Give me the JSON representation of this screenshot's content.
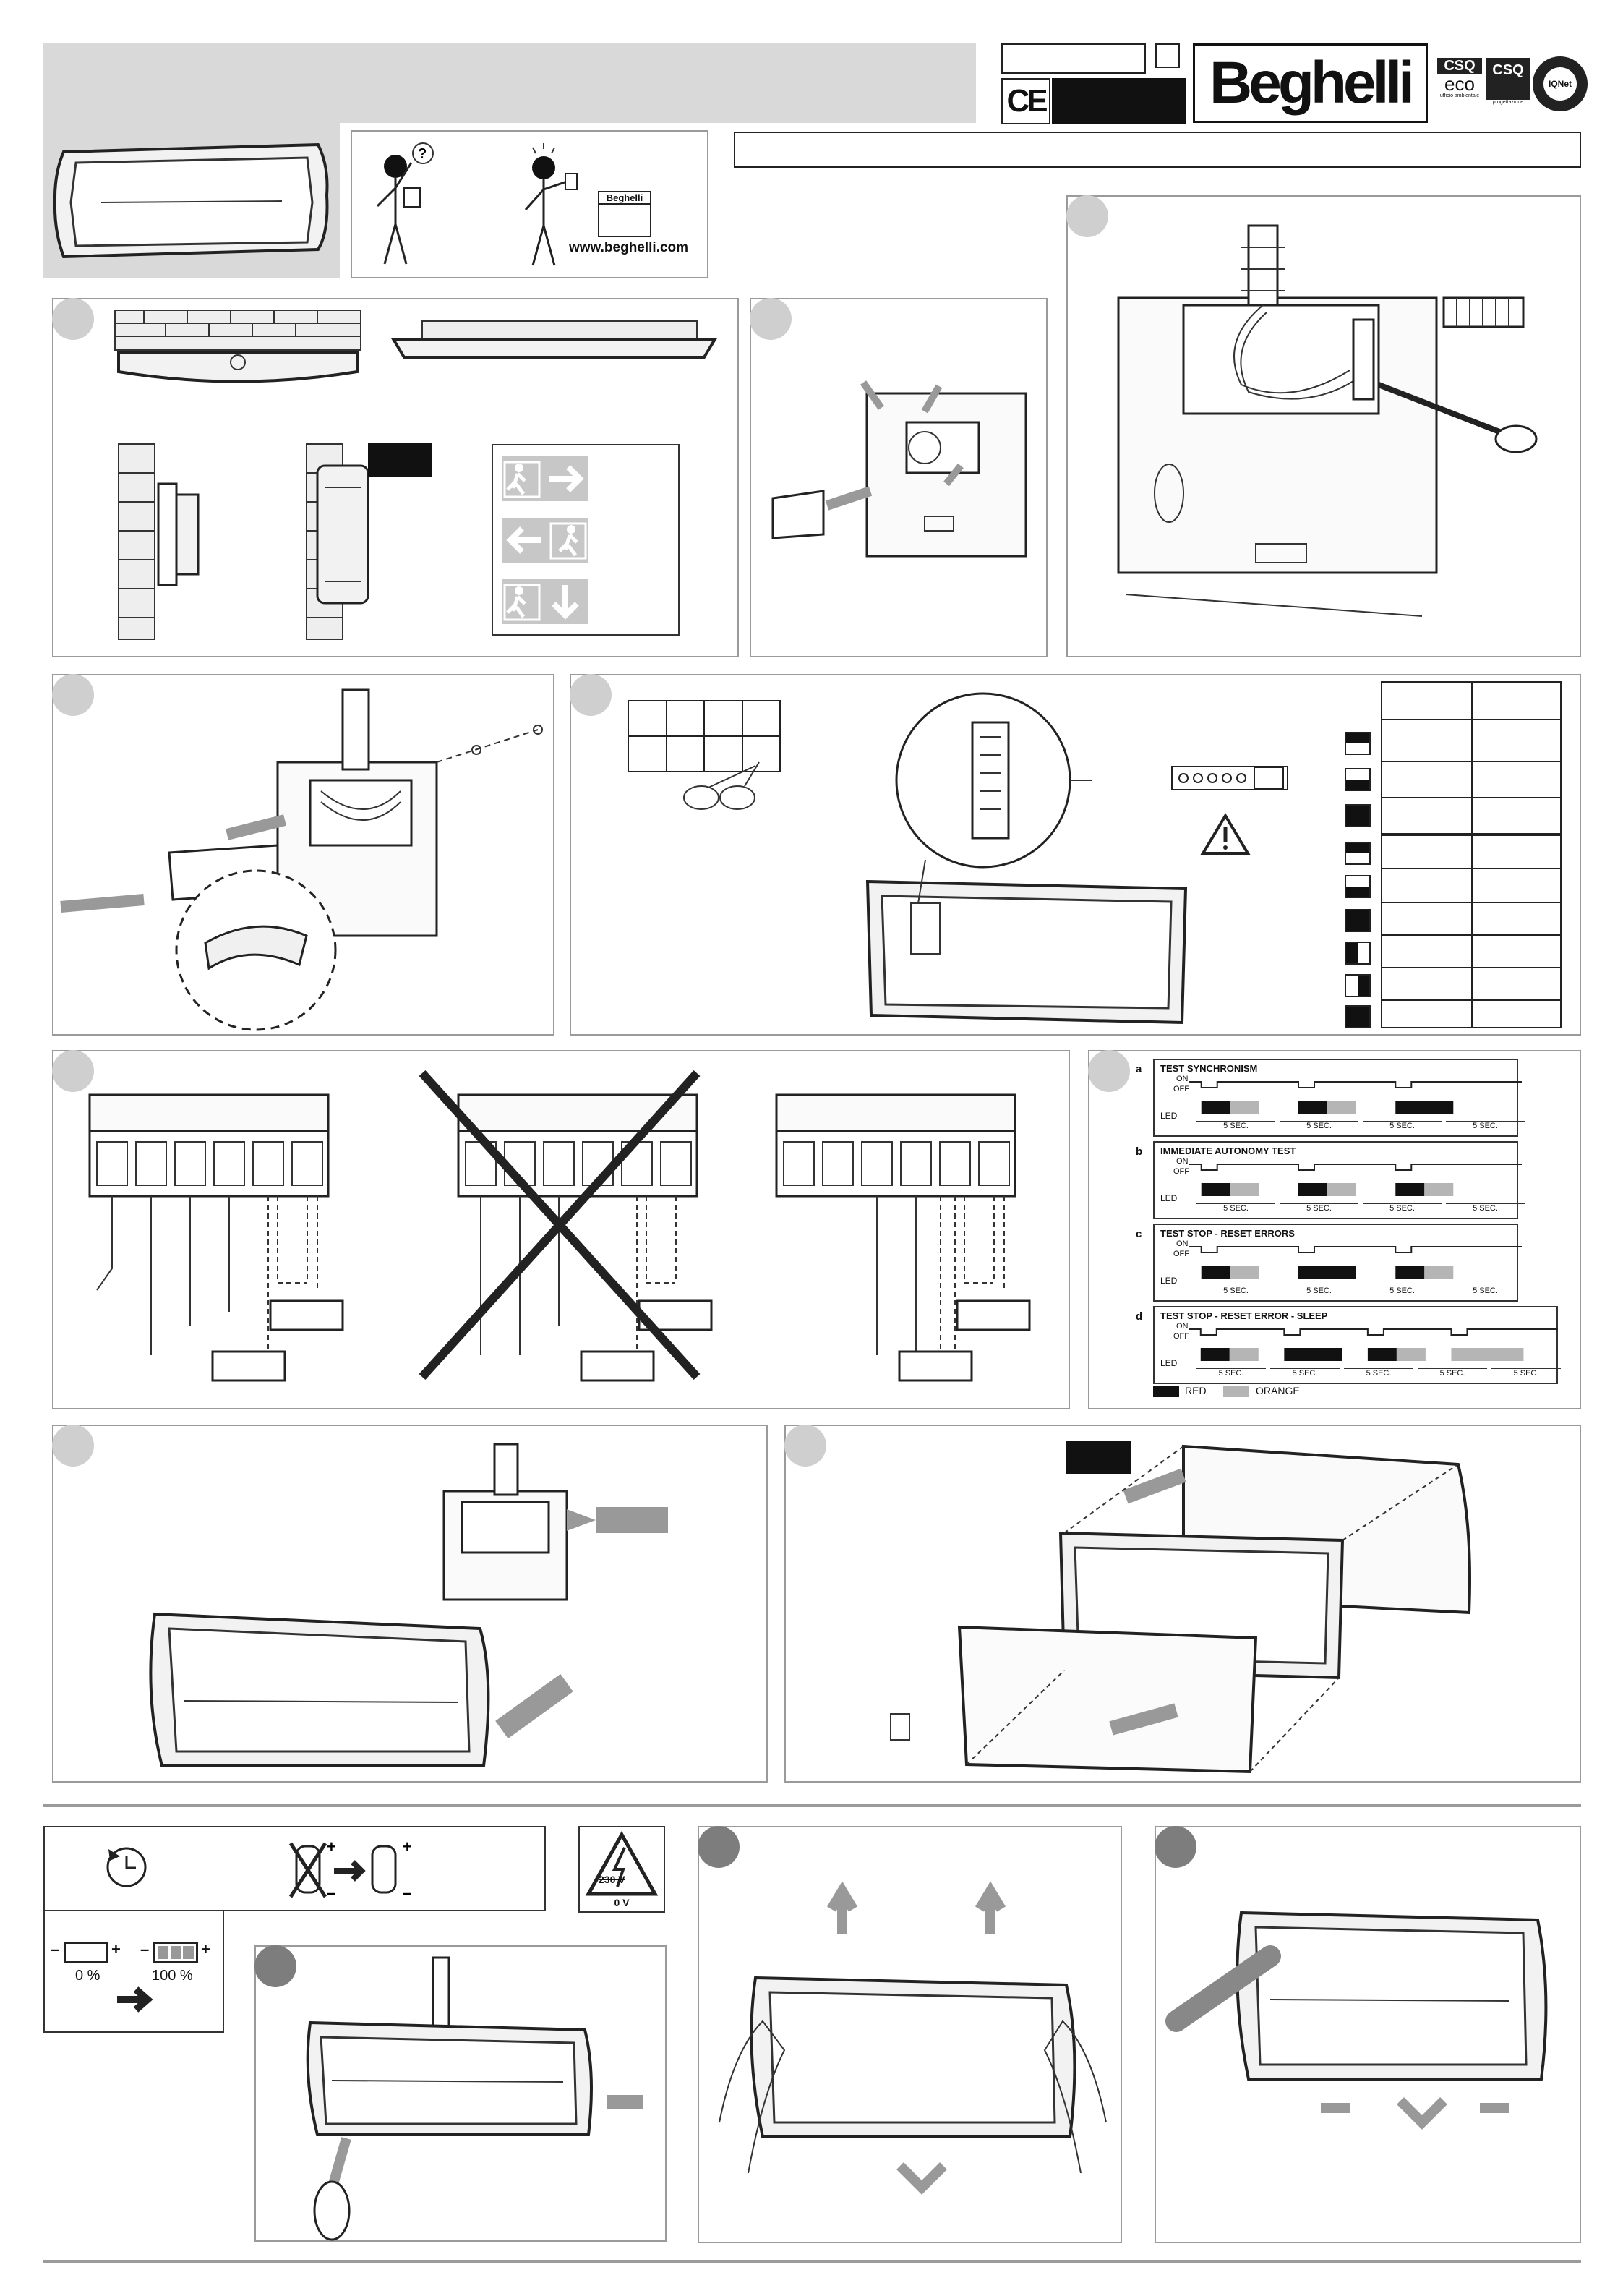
{
  "header": {
    "brand": "Beghelli",
    "ce_mark": "CE",
    "cert_1_top": "CSQ",
    "cert_1_bottom": "eco",
    "cert_1_caption": "ufficio ambientale",
    "cert_2_top": "CSQ",
    "cert_2_caption": "progettazione",
    "iqnet": "IQNet"
  },
  "intro": {
    "website": "www.beghelli.com",
    "question_mark": "?"
  },
  "exit_signs": [
    {
      "direction": "right"
    },
    {
      "direction": "left"
    },
    {
      "direction": "down"
    }
  ],
  "led_test": {
    "sections": [
      {
        "letter": "a",
        "title": "TEST SYNCHRONISM"
      },
      {
        "letter": "b",
        "title": "IMMEDIATE AUTONOMY TEST"
      },
      {
        "letter": "c",
        "title": "TEST STOP - RESET ERRORS"
      },
      {
        "letter": "d",
        "title": "TEST STOP - RESET ERROR - SLEEP"
      }
    ],
    "on_label": "ON",
    "off_label": "OFF",
    "led_label": "LED",
    "interval_label": "5 SEC.",
    "legend_red": "RED",
    "legend_orange": "ORANGE",
    "colors": {
      "red": "#111111",
      "orange": "#b5b5b5"
    }
  },
  "battery": {
    "empty_pct": "0 %",
    "full_pct": "100 %",
    "plus": "+",
    "minus": "–"
  },
  "voltage_warning": {
    "high": "230 V",
    "low": "0 V"
  }
}
